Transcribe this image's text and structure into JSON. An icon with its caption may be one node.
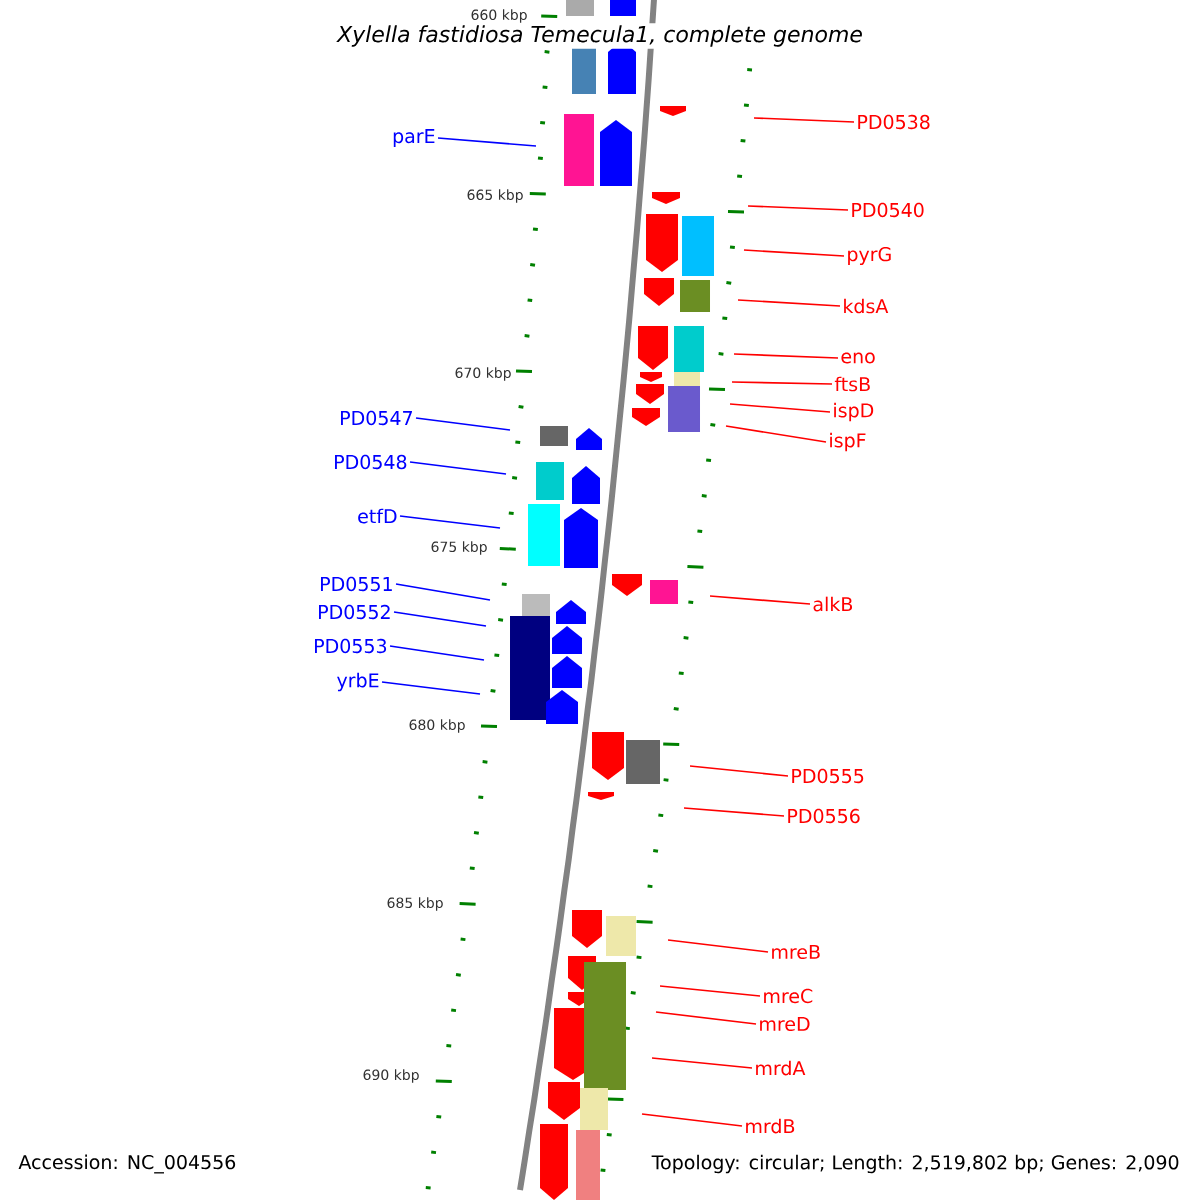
{
  "diagram": {
    "title": "Xylella fastidiosa Temecula1, complete genome",
    "nodes": [
      {
        "text": [
          "PD0538"
        ]
      },
      {
        "text": [
          "parE"
        ]
      },
      {
        "text": [
          "PD0540"
        ]
      },
      {
        "text": [
          "pyrG"
        ]
      },
      {
        "text": [
          "kdsA"
        ]
      },
      {
        "text": [
          "eno"
        ]
      },
      {
        "text": [
          "ftsB"
        ]
      },
      {
        "text": [
          "ispD"
        ]
      },
      {
        "text": [
          "PD0547"
        ]
      },
      {
        "text": [
          "ispF"
        ]
      },
      {
        "text": [
          "PD0548"
        ]
      },
      {
        "text": [
          "etfD"
        ]
      },
      {
        "text": [
          "PD0551"
        ]
      },
      {
        "text": [
          "alkB"
        ]
      },
      {
        "text": [
          "PD0552"
        ]
      },
      {
        "text": [
          "PD0553"
        ]
      },
      {
        "text": [
          "yrbE"
        ]
      },
      {
        "text": [
          "PD0555"
        ]
      },
      {
        "text": [
          "PD0556"
        ]
      },
      {
        "text": [
          "mreB"
        ]
      },
      {
        "text": [
          "mreC"
        ]
      },
      {
        "text": [
          "mreD"
        ]
      },
      {
        "text": [
          "mrdA"
        ]
      },
      {
        "text": [
          "mrdB"
        ]
      }
    ],
    "edges": [
      {
        "from": 0,
        "to": null,
        "arrow": "none"
      },
      {
        "from": 1,
        "to": null,
        "arrow": "none",
        "color": "#0000ff"
      },
      {
        "from": 2,
        "to": null,
        "arrow": "none"
      },
      {
        "from": 3,
        "to": null,
        "arrow": "none"
      },
      {
        "from": 4,
        "to": null,
        "arrow": "none"
      },
      {
        "from": 5,
        "to": null,
        "arrow": "none"
      },
      {
        "from": 6,
        "to": null,
        "arrow": "none"
      },
      {
        "from": 7,
        "to": null,
        "arrow": "none"
      },
      {
        "from": 8,
        "to": null,
        "arrow": "none",
        "color": "#0000ff"
      },
      {
        "from": 9,
        "to": null,
        "arrow": "none"
      },
      {
        "from": 10,
        "to": null,
        "arrow": "none",
        "color": "#0000ff"
      },
      {
        "from": 11,
        "to": null,
        "arrow": "none",
        "color": "#0000ff"
      },
      {
        "from": 12,
        "to": null,
        "arrow": "none",
        "color": "#0000ff"
      },
      {
        "from": 13,
        "to": null,
        "arrow": "none"
      },
      {
        "from": 14,
        "to": null,
        "arrow": "none",
        "color": "#0000ff"
      },
      {
        "from": 15,
        "to": null,
        "arrow": "none",
        "color": "#0000ff"
      },
      {
        "from": 16,
        "to": null,
        "arrow": "none",
        "color": "#0000ff"
      },
      {
        "from": 17,
        "to": null,
        "arrow": "none"
      },
      {
        "from": 18,
        "to": null,
        "arrow": "none"
      },
      {
        "from": 19,
        "to": null,
        "arrow": "none"
      },
      {
        "from": 20,
        "to": null,
        "arrow": "none"
      },
      {
        "from": 21,
        "to": null,
        "arrow": "none"
      },
      {
        "from": 22,
        "to": null,
        "arrow": "none"
      },
      {
        "from": 23,
        "to": null,
        "arrow": "none"
      }
    ],
    "labels": [
      "660 kbp",
      "665 kbp",
      "670 kbp",
      "675 kbp",
      "680 kbp",
      "685 kbp",
      "690 kbp",
      "Accession: NC_004556",
      "Topology: circular; Length: 2,519,802 bp; Genes: 2,090"
    ]
  }
}
